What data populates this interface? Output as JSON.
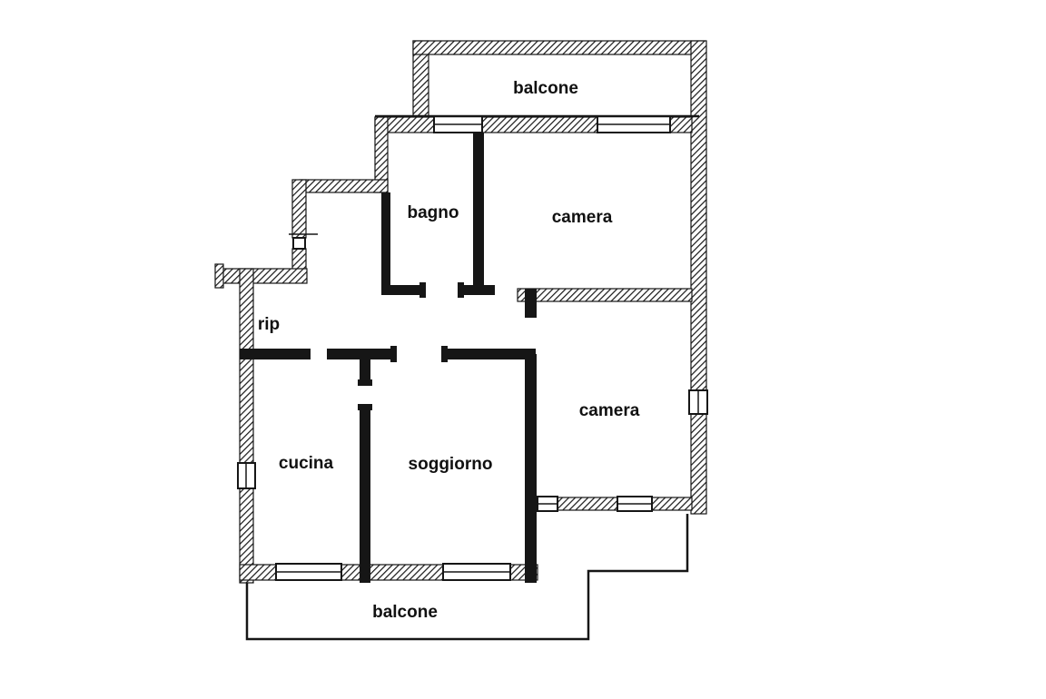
{
  "title": "apartment-floor-plan",
  "rooms": {
    "balcone_top": "balcone",
    "bagno": "bagno",
    "camera_top": "camera",
    "rip": "rip",
    "camera_bottom": "camera",
    "cucina": "cucina",
    "soggiorno": "soggiorno",
    "balcone_bottom": "balcone"
  },
  "colors": {
    "wall": "#161616",
    "background": "#ffffff",
    "label": "#111111"
  }
}
